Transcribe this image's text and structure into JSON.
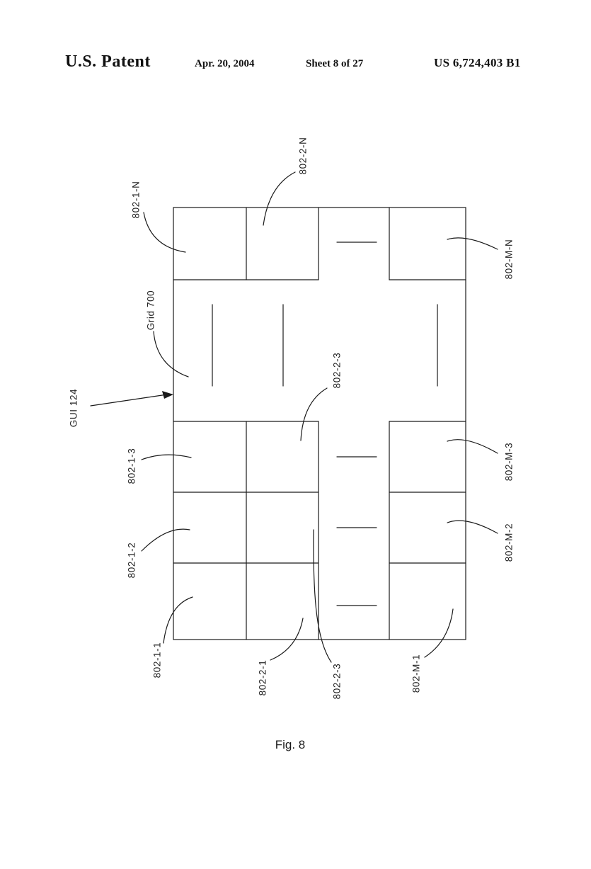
{
  "header": {
    "title": "U.S. Patent",
    "date": "Apr. 20, 2004",
    "sheet": "Sheet 8 of 27",
    "patent_number": "US 6,724,403 B1"
  },
  "figure": {
    "caption": "Fig. 8",
    "labels": {
      "gui": "GUI 124",
      "grid": "Grid 700",
      "c1N": "802-1-N",
      "c2N": "802-2-N",
      "cMN": "802-M-N",
      "c13": "802-1-3",
      "c23top": "802-2-3",
      "c12": "802-1-2",
      "cM3": "802-M-3",
      "cM2": "802-M-2",
      "c11": "802-1-1",
      "c21": "802-2-1",
      "c23bottom": "802-2-3",
      "cM1": "802-M-1"
    },
    "line_color": "#1a1a1a"
  }
}
